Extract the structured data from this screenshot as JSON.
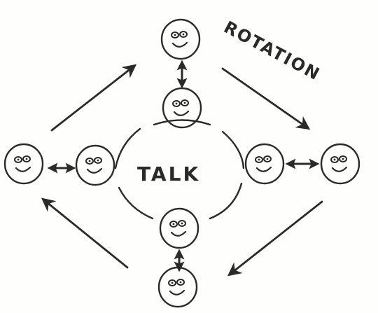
{
  "diagram": {
    "center_label": "TALK",
    "rotation_label": "ROTATION",
    "ink_color": "#2a2a2a",
    "paper_color": "#fefefd",
    "faces": [
      {
        "id": "top-outer",
        "ring": "outer",
        "position": "top"
      },
      {
        "id": "top-inner",
        "ring": "inner",
        "position": "top"
      },
      {
        "id": "right-inner",
        "ring": "inner",
        "position": "right"
      },
      {
        "id": "right-outer",
        "ring": "outer",
        "position": "right"
      },
      {
        "id": "bottom-inner",
        "ring": "inner",
        "position": "bottom"
      },
      {
        "id": "bottom-outer",
        "ring": "outer",
        "position": "bottom"
      },
      {
        "id": "left-inner",
        "ring": "inner",
        "position": "left"
      },
      {
        "id": "left-outer",
        "ring": "outer",
        "position": "left"
      }
    ],
    "rotation_direction": "clockwise"
  }
}
